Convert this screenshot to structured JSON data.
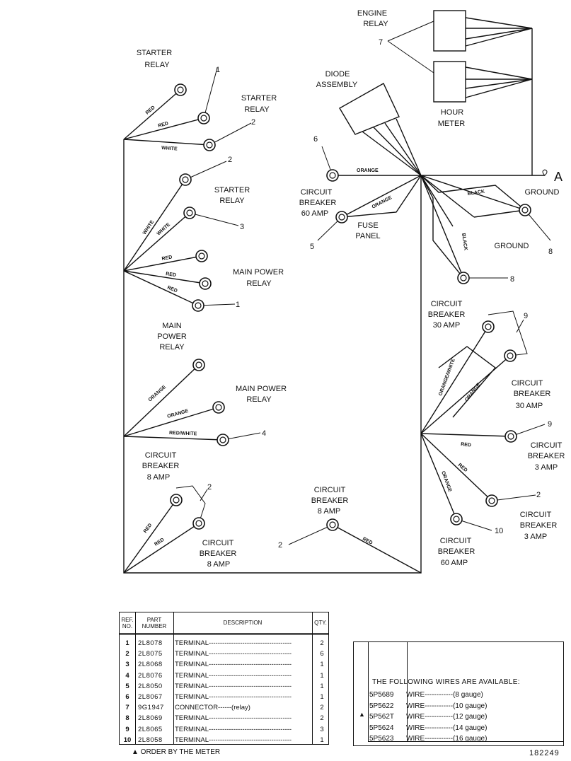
{
  "labels": {
    "starter_relay_1": [
      "STARTER",
      "RELAY"
    ],
    "starter_relay_2": [
      "STARTER",
      "RELAY"
    ],
    "starter_relay_3": [
      "STARTER",
      "RELAY"
    ],
    "main_power_relay_1": [
      "MAIN POWER",
      "RELAY"
    ],
    "main_power_relay_2": [
      "MAIN",
      "POWER",
      "RELAY"
    ],
    "main_power_relay_3": [
      "MAIN POWER",
      "RELAY"
    ],
    "circuit_breaker_8amp_left": [
      "CIRCUIT",
      "BREAKER",
      "8  AMP"
    ],
    "circuit_breaker_8amp_lower": [
      "CIRCUIT",
      "BREAKER",
      "8 AMP"
    ],
    "circuit_breaker_8amp_center": [
      "CIRCUIT",
      "BREAKER",
      "8 AMP"
    ],
    "engine_relay": [
      "ENGINE",
      "RELAY"
    ],
    "hour_meter": [
      "HOUR",
      "METER"
    ],
    "diode_assembly": [
      "DIODE",
      "ASSEMBLY"
    ],
    "circuit_breaker_60amp_upper": [
      "CIRCUIT",
      "BREAKER",
      "60 AMP"
    ],
    "fuse_panel": [
      "FUSE",
      "PANEL"
    ],
    "ground_1": "GROUND",
    "ground_2": "GROUND",
    "circuit_breaker_30amp_1": [
      "CIRCUIT",
      "BREAKER",
      "30 AMP"
    ],
    "circuit_breaker_30amp_2": [
      "CIRCUIT",
      "BREAKER",
      "30 AMP"
    ],
    "circuit_breaker_3amp_1": [
      "CIRCUIT",
      "BREAKER",
      "3  AMP"
    ],
    "circuit_breaker_3amp_2": [
      "CIRCUIT",
      "BREAKER",
      "3 AMP"
    ],
    "circuit_breaker_60amp_lower": [
      "CIRCUIT",
      "BREAKER",
      "60 AMP"
    ],
    "connection_a": "A"
  },
  "wire_colors": {
    "red": "RED",
    "white": "WHITE",
    "orange": "ORANGE",
    "red_white": "RED/WHITE",
    "black": "BLACK",
    "black_v": "BLACK",
    "orange_white": "ORANGE/WHITE"
  },
  "refs": {
    "r1a": "1",
    "r2a": "2",
    "r2b": "2",
    "r3a": "3",
    "r1b": "1",
    "r4a": "4",
    "r2c": "2",
    "r2d": "2",
    "r7": "7",
    "r6": "6",
    "r5": "5",
    "r8a": "8",
    "r8b": "8",
    "r9a": "9",
    "r9b": "9",
    "r2e": "2",
    "r10": "10"
  },
  "parts_table": {
    "headers": {
      "ref": [
        "REF.",
        "NO."
      ],
      "part": [
        "PART",
        "NUMBER"
      ],
      "desc": "DESCRIPTION",
      "qty": "QTY."
    },
    "rows": [
      {
        "ref": "1",
        "part": "2L8078",
        "desc": "TERMINAL",
        "qty": "2"
      },
      {
        "ref": "2",
        "part": "2L8075",
        "desc": "TERMINAL",
        "qty": "6"
      },
      {
        "ref": "3",
        "part": "2L8068",
        "desc": "TERMINAL",
        "qty": "1"
      },
      {
        "ref": "4",
        "part": "2L8076",
        "desc": "TERMINAL",
        "qty": "1"
      },
      {
        "ref": "5",
        "part": "2L8050",
        "desc": "TERMINAL",
        "qty": "1"
      },
      {
        "ref": "6",
        "part": "2L8067",
        "desc": "TERMINAL",
        "qty": "1"
      },
      {
        "ref": "7",
        "part": "9G1947",
        "desc": "CONNECTOR------(relay)",
        "qty": "2"
      },
      {
        "ref": "8",
        "part": "2L8069",
        "desc": "TERMINAL",
        "qty": "2"
      },
      {
        "ref": "9",
        "part": "2L8065",
        "desc": "TERMINAL",
        "qty": "3"
      },
      {
        "ref": "10",
        "part": "2L8058",
        "desc": "TERMINAL",
        "qty": "1"
      }
    ]
  },
  "footnote": "▲ ORDER BY THE METER",
  "wires_box": {
    "heading": "THE FOLLOWING WIRES ARE AVAILABLE:",
    "marker": "▲",
    "rows": [
      {
        "part": "5P5689",
        "text": "WIRE------------(8 gauge)"
      },
      {
        "part": "5P5622",
        "text": "WIRE------------(10 gauge)"
      },
      {
        "part": "5P562T",
        "text": "WIRE------------(12 gauge)"
      },
      {
        "part": "5P5624",
        "text": "WIRE------------(14 gauge)"
      },
      {
        "part": "5P5623",
        "text": "WIRE------------(16 gauge)"
      }
    ]
  },
  "figure_number": "182249"
}
